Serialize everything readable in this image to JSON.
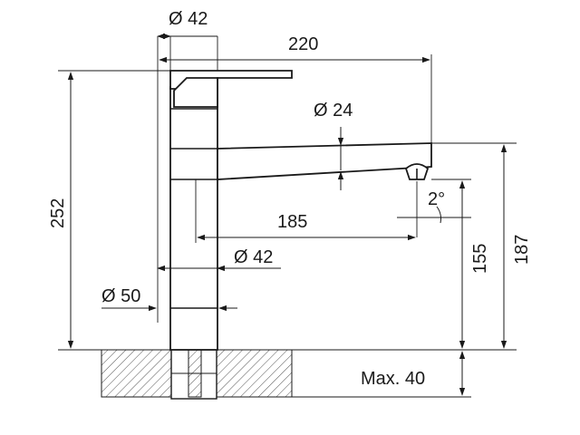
{
  "dimensions": {
    "top_diameter": "Ø 42",
    "overall_length": "220",
    "spout_diameter": "Ø 24",
    "total_height": "252",
    "spout_reach": "185",
    "angle": "2°",
    "body_diameter": "Ø 42",
    "base_diameter": "Ø 50",
    "outlet_height": "155",
    "spout_height": "187",
    "max_thickness": "Max. 40"
  },
  "colors": {
    "ink": "#1a1a1a",
    "hatch": "#555555",
    "background": "#ffffff"
  }
}
